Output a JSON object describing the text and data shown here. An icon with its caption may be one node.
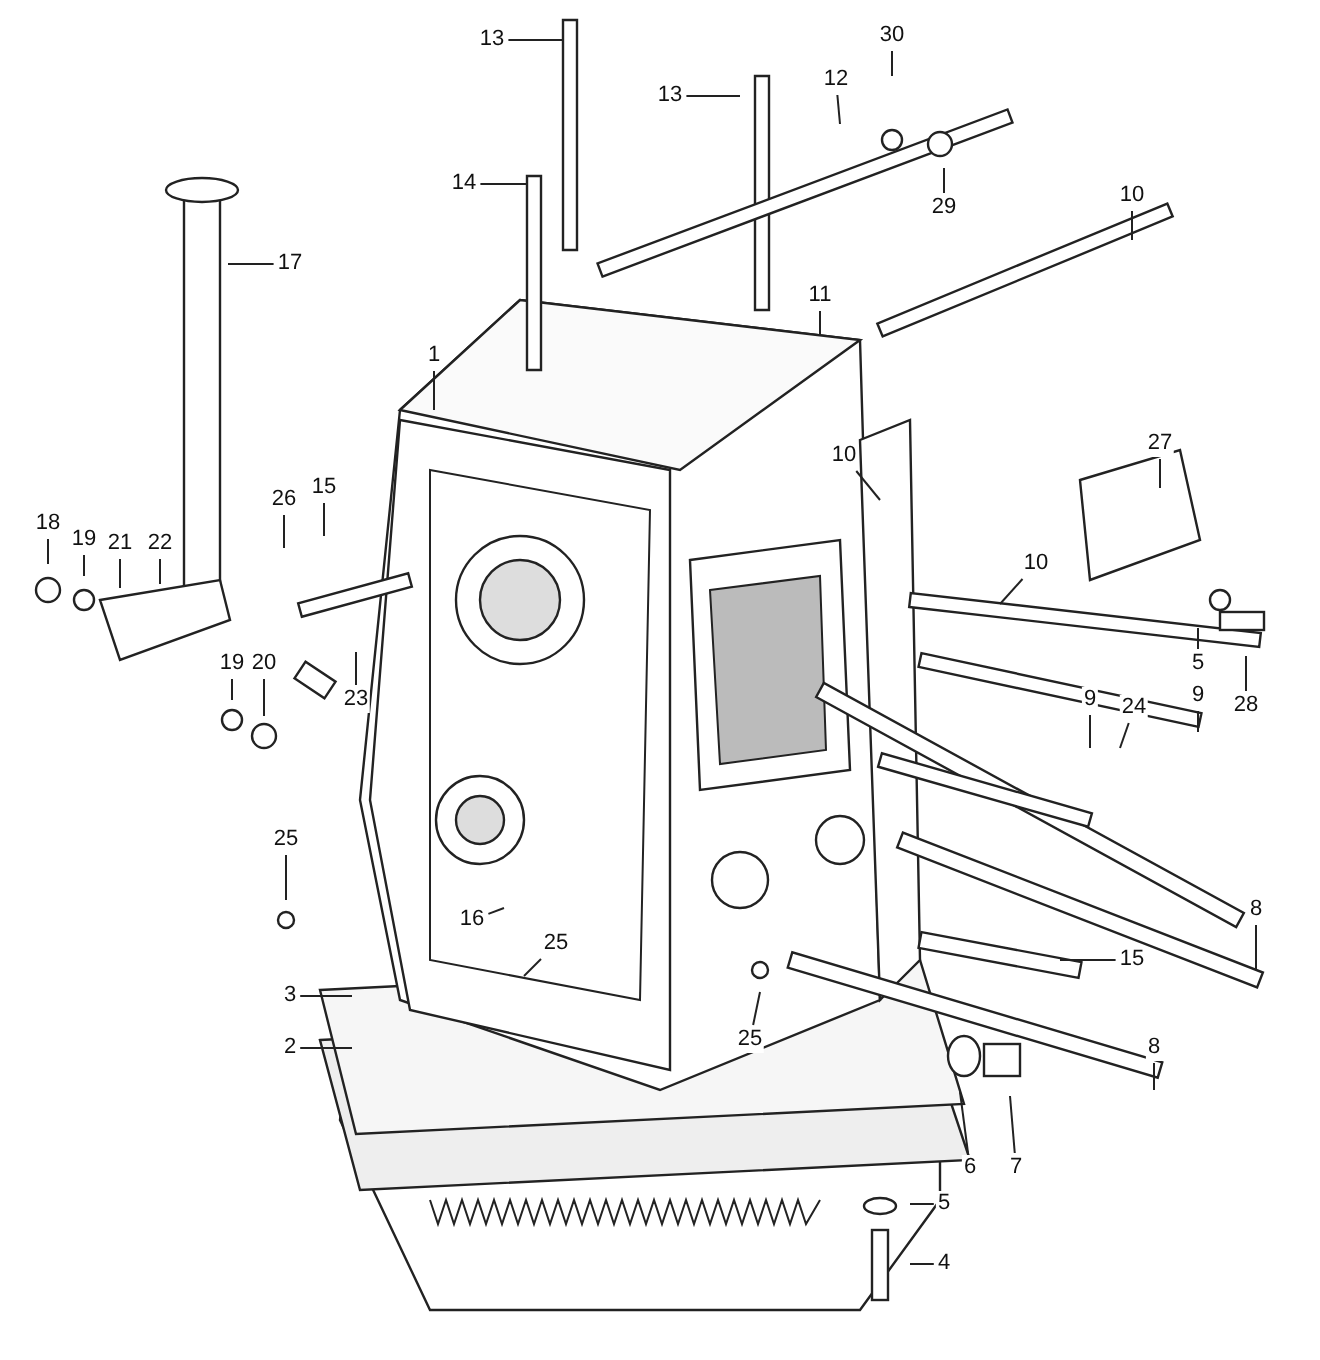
{
  "diagram": {
    "nodes": [
      {
        "text": [
          "13"
        ]
      },
      {
        "text": [
          "13"
        ]
      },
      {
        "text": [
          "30"
        ]
      },
      {
        "text": [
          "12"
        ]
      },
      {
        "text": [
          "29"
        ]
      },
      {
        "text": [
          "14"
        ]
      },
      {
        "text": [
          "17"
        ]
      },
      {
        "text": [
          "10"
        ]
      },
      {
        "text": [
          "11"
        ]
      },
      {
        "text": [
          "1"
        ]
      },
      {
        "text": [
          "27"
        ]
      },
      {
        "text": [
          "10"
        ]
      },
      {
        "text": [
          "15"
        ]
      },
      {
        "text": [
          "26"
        ]
      },
      {
        "text": [
          "18"
        ]
      },
      {
        "text": [
          "19"
        ]
      },
      {
        "text": [
          "21"
        ]
      },
      {
        "text": [
          "22"
        ]
      },
      {
        "text": [
          "10"
        ]
      },
      {
        "text": [
          "5"
        ]
      },
      {
        "text": [
          "9"
        ]
      },
      {
        "text": [
          "28"
        ]
      },
      {
        "text": [
          "23"
        ]
      },
      {
        "text": [
          "19"
        ]
      },
      {
        "text": [
          "20"
        ]
      },
      {
        "text": [
          "9"
        ]
      },
      {
        "text": [
          "24"
        ]
      },
      {
        "text": [
          "25"
        ]
      },
      {
        "text": [
          "16"
        ]
      },
      {
        "text": [
          "25"
        ]
      },
      {
        "text": [
          "15"
        ]
      },
      {
        "text": [
          "8"
        ]
      },
      {
        "text": [
          "3"
        ]
      },
      {
        "text": [
          "25"
        ]
      },
      {
        "text": [
          "8"
        ]
      },
      {
        "text": [
          "2"
        ]
      },
      {
        "text": [
          "6"
        ]
      },
      {
        "text": [
          "7"
        ]
      },
      {
        "text": [
          "5"
        ]
      },
      {
        "text": [
          "4"
        ]
      }
    ],
    "edges": [
      {
        "from": 0,
        "to": null,
        "arrow": "none"
      },
      {
        "from": 1,
        "to": null,
        "arrow": "none"
      },
      {
        "from": 2,
        "to": null,
        "arrow": "none"
      },
      {
        "from": 3,
        "to": null,
        "arrow": "none"
      },
      {
        "from": 4,
        "to": null,
        "arrow": "none"
      },
      {
        "from": 5,
        "to": null,
        "arrow": "none"
      },
      {
        "from": 6,
        "to": null,
        "arrow": "none"
      },
      {
        "from": 7,
        "to": null,
        "arrow": "none"
      },
      {
        "from": 8,
        "to": null,
        "arrow": "none"
      },
      {
        "from": 9,
        "to": null,
        "arrow": "none"
      },
      {
        "from": 10,
        "to": null,
        "arrow": "none"
      },
      {
        "from": 11,
        "to": null,
        "arrow": "none"
      },
      {
        "from": 12,
        "to": null,
        "arrow": "none"
      },
      {
        "from": 13,
        "to": null,
        "arrow": "none"
      },
      {
        "from": 14,
        "to": null,
        "arrow": "none"
      },
      {
        "from": 15,
        "to": null,
        "arrow": "none"
      },
      {
        "from": 16,
        "to": null,
        "arrow": "none"
      },
      {
        "from": 17,
        "to": null,
        "arrow": "none"
      },
      {
        "from": 18,
        "to": null,
        "arrow": "none"
      },
      {
        "from": 19,
        "to": null,
        "arrow": "none"
      },
      {
        "from": 20,
        "to": null,
        "arrow": "none"
      },
      {
        "from": 21,
        "to": null,
        "arrow": "none"
      },
      {
        "from": 22,
        "to": null,
        "arrow": "none"
      },
      {
        "from": 23,
        "to": null,
        "arrow": "none"
      },
      {
        "from": 24,
        "to": null,
        "arrow": "none"
      },
      {
        "from": 25,
        "to": null,
        "arrow": "none"
      },
      {
        "from": 26,
        "to": null,
        "arrow": "none"
      },
      {
        "from": 27,
        "to": null,
        "arrow": "none"
      },
      {
        "from": 28,
        "to": null,
        "arrow": "none"
      },
      {
        "from": 29,
        "to": null,
        "arrow": "none"
      },
      {
        "from": 30,
        "to": null,
        "arrow": "none"
      },
      {
        "from": 31,
        "to": null,
        "arrow": "none"
      },
      {
        "from": 32,
        "to": null,
        "arrow": "none"
      },
      {
        "from": 33,
        "to": null,
        "arrow": "none"
      },
      {
        "from": 34,
        "to": null,
        "arrow": "none"
      },
      {
        "from": 35,
        "to": null,
        "arrow": "none"
      },
      {
        "from": 36,
        "to": null,
        "arrow": "none"
      },
      {
        "from": 37,
        "to": null,
        "arrow": "none"
      },
      {
        "from": 38,
        "to": null,
        "arrow": "none"
      },
      {
        "from": 39,
        "to": null,
        "arrow": "none"
      }
    ]
  }
}
